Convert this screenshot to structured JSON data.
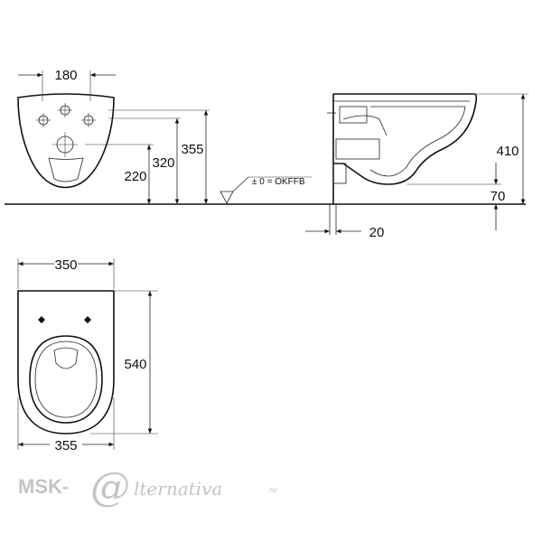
{
  "views": {
    "front": {
      "width_label": "180",
      "height_labels": [
        "355",
        "320",
        "220"
      ]
    },
    "side": {
      "height_label": "410",
      "floor_offset_label": "70",
      "wall_offset_label": "20",
      "floor_note": "± 0 = OKFFB"
    },
    "top": {
      "width_top_label": "350",
      "length_label": "540",
      "width_bottom_label": "355"
    }
  },
  "watermark": {
    "prefix": "MSK-",
    "at_symbol": "@",
    "suffix": "lternativa",
    "tld": ".ru"
  },
  "colors": {
    "line": "#111111",
    "watermark": "#c4c4c4"
  }
}
